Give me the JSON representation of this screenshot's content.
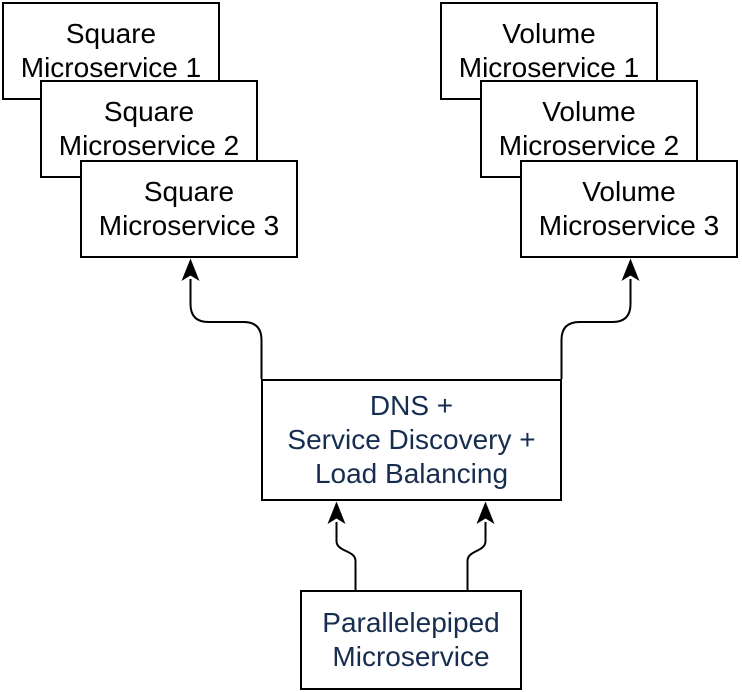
{
  "diagram": {
    "title": "Microservices DNS / Service Discovery / Load Balancing diagram",
    "colors": {
      "background": "#ffffff",
      "node_fill": "#ffffff",
      "node_border": "#000000",
      "connector": "#000000",
      "stack_text": "#000000",
      "accent_text": "#172d50"
    },
    "nodes": {
      "square_1": {
        "label": "Square\nMicroservice 1"
      },
      "square_2": {
        "label": "Square\nMicroservice 2"
      },
      "square_3": {
        "label": "Square\nMicroservice 3"
      },
      "volume_1": {
        "label": "Volume\nMicroservice 1"
      },
      "volume_2": {
        "label": "Volume\nMicroservice 2"
      },
      "volume_3": {
        "label": "Volume\nMicroservice 3"
      },
      "dns": {
        "label": "DNS +\nService Discovery +\nLoad Balancing"
      },
      "parallelepiped": {
        "label": "Parallelepiped\nMicroservice"
      }
    },
    "edges": [
      {
        "from": "dns",
        "to": "square_3",
        "arrow": "up"
      },
      {
        "from": "dns",
        "to": "volume_3",
        "arrow": "up"
      },
      {
        "from": "parallelepiped",
        "to": "dns",
        "arrow": "up",
        "side": "left"
      },
      {
        "from": "parallelepiped",
        "to": "dns",
        "arrow": "up",
        "side": "right"
      }
    ]
  }
}
